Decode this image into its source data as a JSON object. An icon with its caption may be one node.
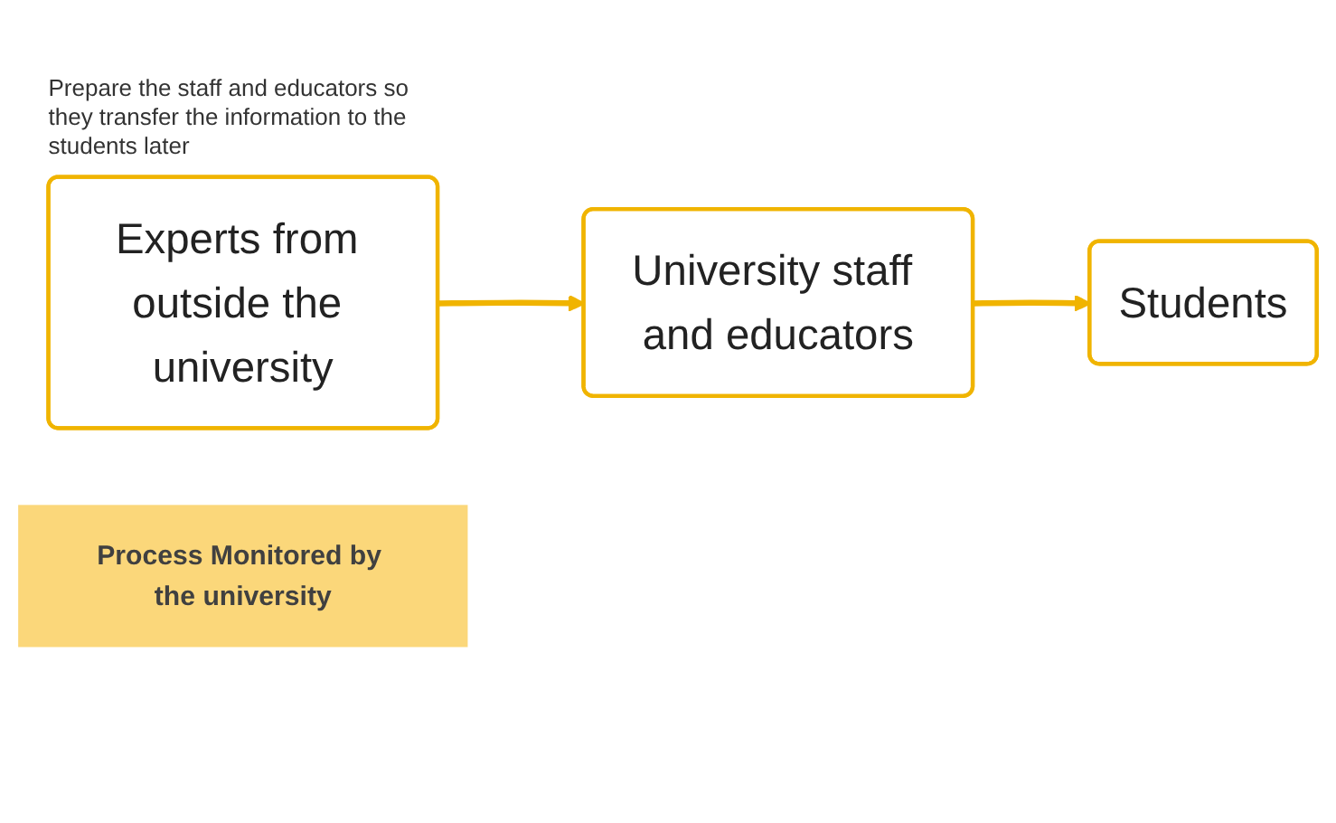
{
  "diagram": {
    "nodes": [
      {
        "text": [
          "Experts from outside the university"
        ],
        "beside": [
          "Prepare the staff and educators so they transfer the information to the students later"
        ]
      },
      {
        "text": [
          "University staff and educators"
        ]
      },
      {
        "text": [
          "Students"
        ]
      },
      {
        "text": [
          "Process Monitored by the university"
        ]
      }
    ],
    "edges": [
      {
        "from": 0,
        "to": 1,
        "arrow": "to"
      },
      {
        "from": 1,
        "to": 2,
        "arrow": "to"
      }
    ]
  }
}
